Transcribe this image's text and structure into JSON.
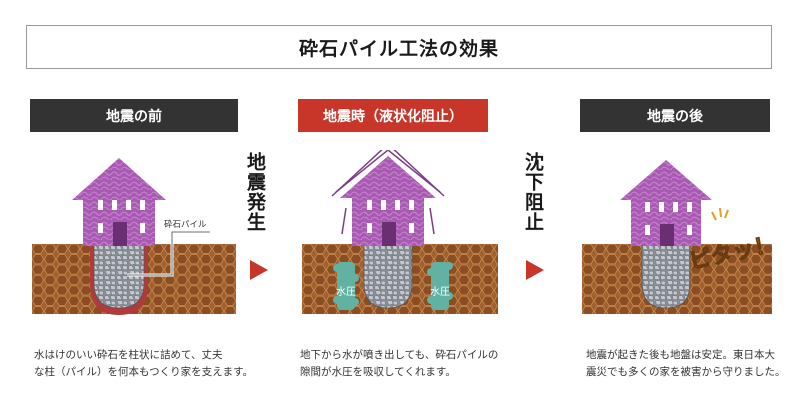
{
  "title": "砕石パイル工法の効果",
  "phases": [
    {
      "label": "地震の前",
      "caption_lines": [
        "水はけのいい砕石を柱状に詰めて、丈夫",
        "な柱（パイル）を何本もつくり家を支えます。"
      ],
      "callout": "砕石パイル"
    },
    {
      "label": "地震時（液状化阻止）",
      "caption_lines": [
        "地下から水が噴き出しても、砕石パイルの",
        "隙間が水圧を吸収してくれます。"
      ],
      "pressure_left": "水圧",
      "pressure_right": "水圧"
    },
    {
      "label": "地震の後",
      "caption_lines": [
        "地震が起きた後も地盤は安定。東日本大",
        "震災でも多くの家を被害から守りました。"
      ],
      "burst": "ピタッ！"
    }
  ],
  "transitions": [
    "地震発生",
    "沈下阻止"
  ],
  "colors": {
    "accent": "#c8362a",
    "header_dark": "#333333",
    "house": "#a85ab2",
    "soil": "#9b5a2c",
    "pile": "#b7bcc4",
    "water": "#62b2a4"
  }
}
